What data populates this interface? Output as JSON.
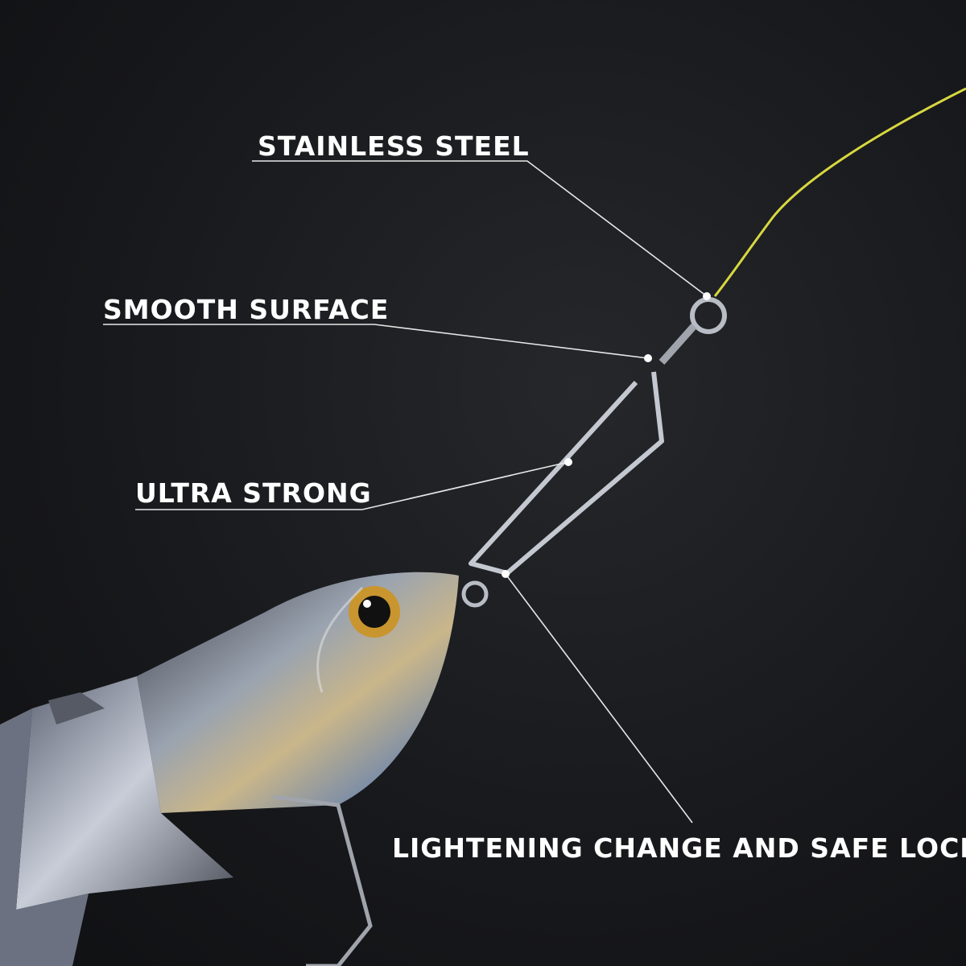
{
  "labels": {
    "stainless_steel": "STAINLESS STEEL",
    "smooth_surface": "SMOOTH SURFACE",
    "ultra_strong": "ULTRA STRONG",
    "safe_lock": "LIGHTENING CHANGE AND SAFE LOCK"
  },
  "colors": {
    "background": "#17181b",
    "line": "#d8d840",
    "text": "#ffffff"
  }
}
